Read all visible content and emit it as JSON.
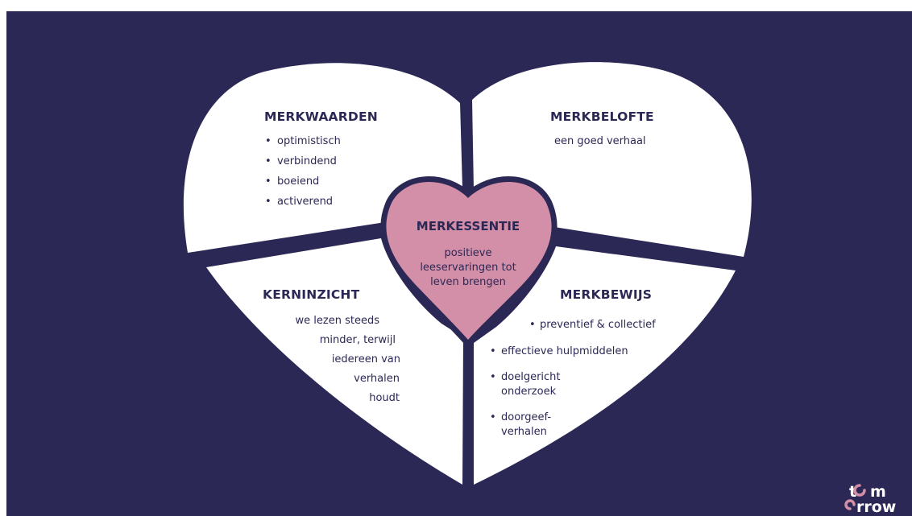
{
  "colors": {
    "background": "#2b2855",
    "quadrant_fill": "#ffffff",
    "center_fill": "#d48fa8",
    "text": "#2b2855",
    "logo_accent": "#d48fa8"
  },
  "quadrants": {
    "merkwaarden": {
      "title": "MERKWAARDEN",
      "items": [
        "optimistisch",
        "verbindend",
        "boeiend",
        "activerend"
      ]
    },
    "merkbelofte": {
      "title": "MERKBELOFTE",
      "text": "een goed verhaal"
    },
    "kerninzicht": {
      "title": "KERNINZICHT",
      "lines": [
        "we lezen steeds",
        "minder, terwijl",
        "iedereen van",
        "verhalen",
        "houdt"
      ]
    },
    "merkbewijs": {
      "title": "MERKBEWIJS",
      "items": [
        [
          "preventief & collectief"
        ],
        [
          "effectieve hulpmiddelen"
        ],
        [
          "doelgericht",
          "onderzoek"
        ],
        [
          "doorgeef-",
          "verhalen"
        ]
      ]
    }
  },
  "center": {
    "title": "MERKESSENTIE",
    "lines": [
      "positieve",
      "leeservaringen tot",
      "leven brengen"
    ]
  },
  "logo": {
    "line1": "tomorrow-logo-line1",
    "line1_text": "t",
    "line1_o": "o",
    "line1_end": "m",
    "line2_o": "o",
    "line2_text": "rrow"
  }
}
